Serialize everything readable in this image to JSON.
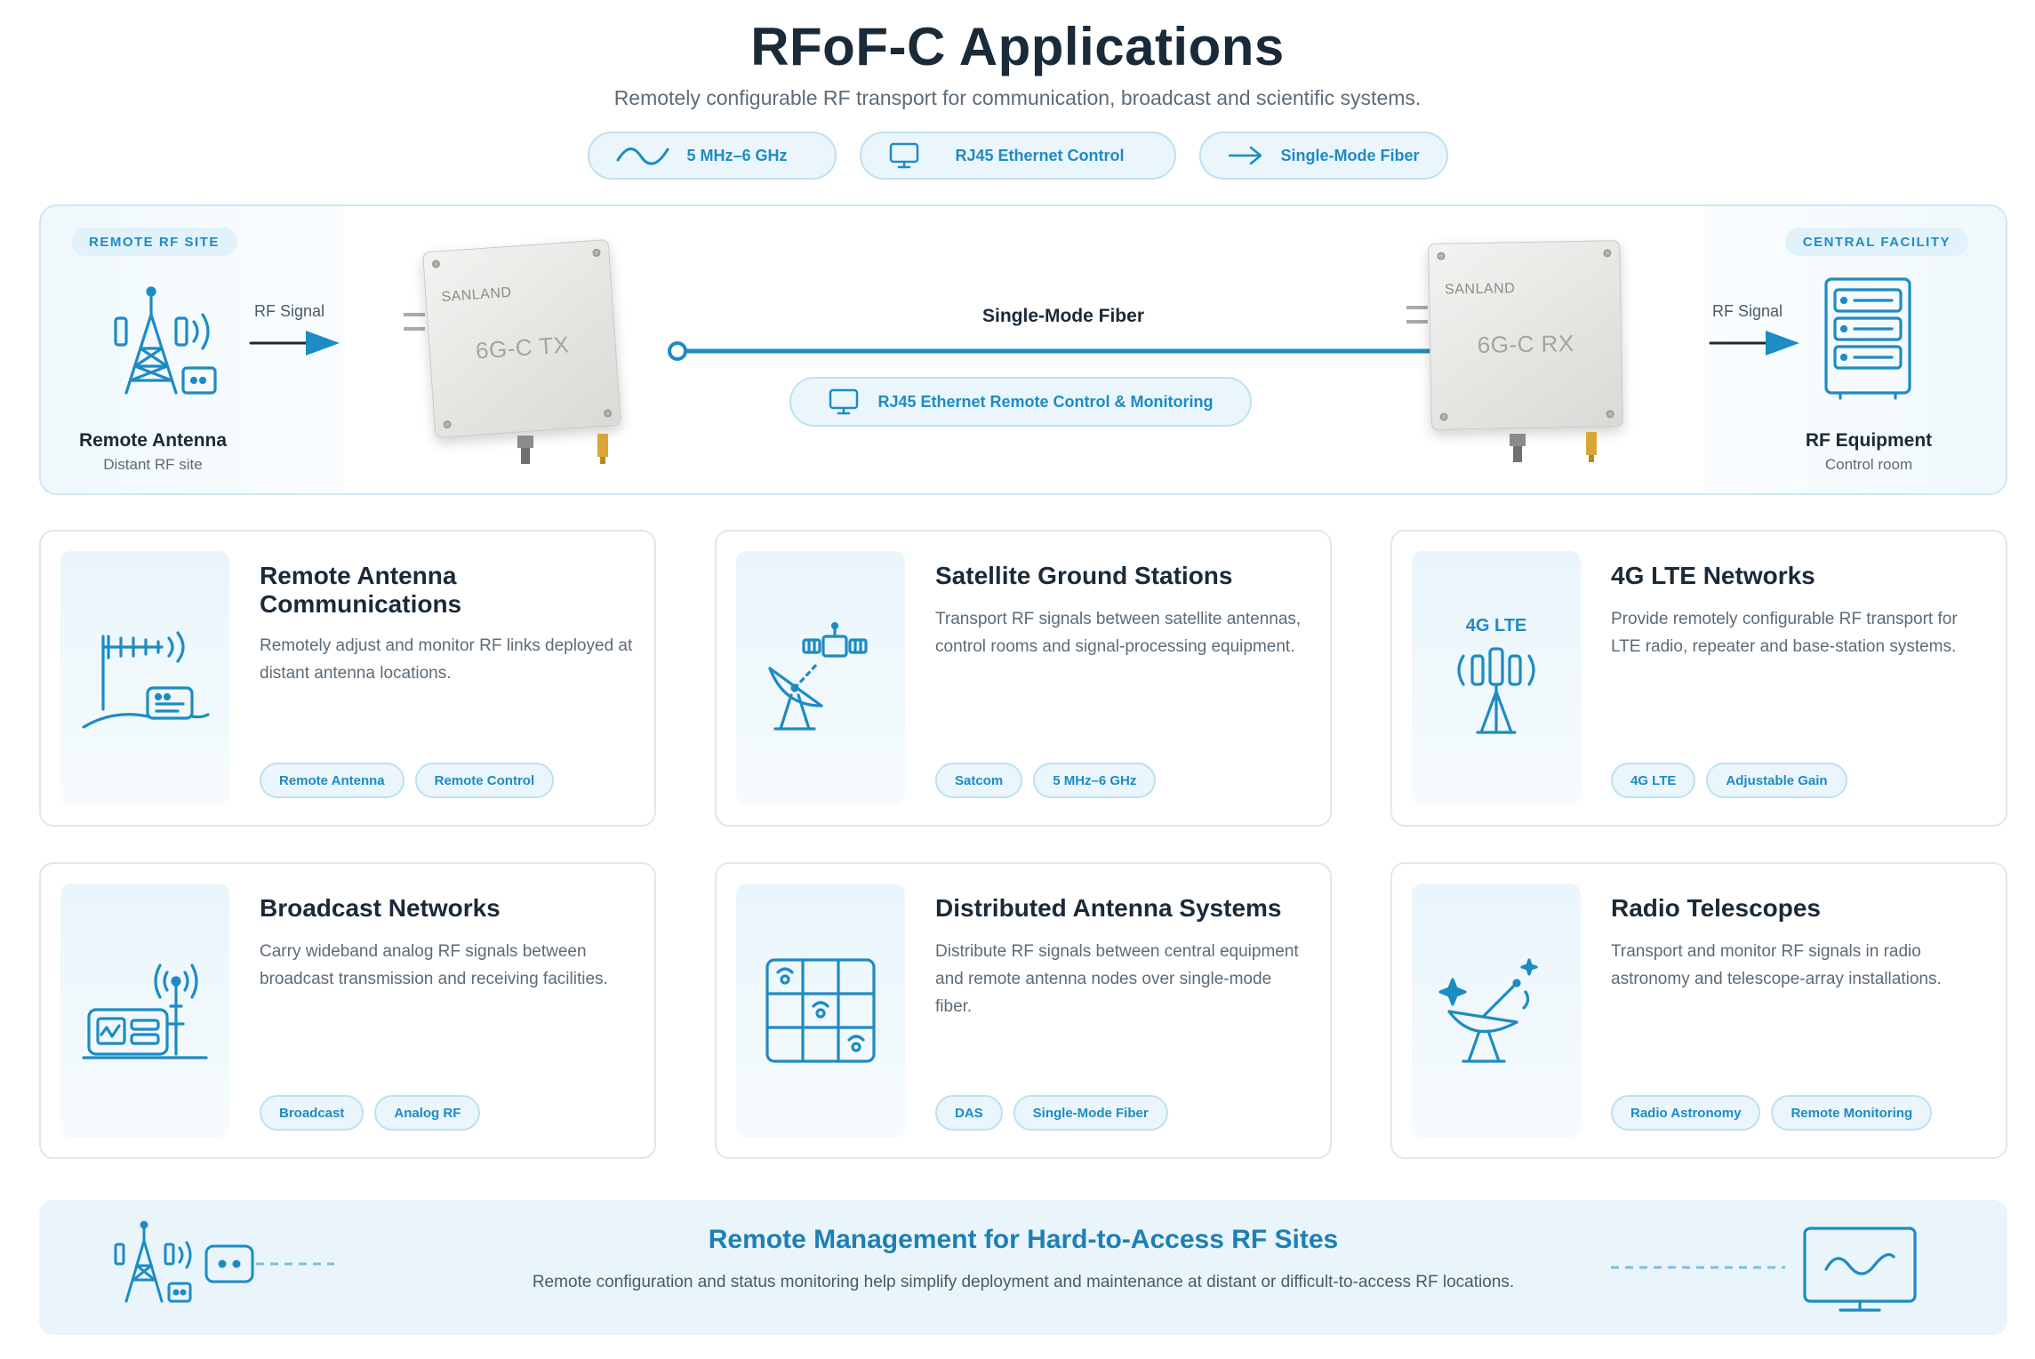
{
  "header": {
    "title": "RFoF-C Applications",
    "subtitle": "Remotely configurable RF transport for communication, broadcast and scientific systems."
  },
  "pills": [
    {
      "label": "5 MHz–6 GHz",
      "icon": "wave-icon"
    },
    {
      "label": "RJ45 Ethernet Control",
      "icon": "monitor-icon"
    },
    {
      "label": "Single-Mode Fiber",
      "icon": "arrow-right-icon"
    }
  ],
  "flow": {
    "remote_tag": "REMOTE RF SITE",
    "central_tag": "CENTRAL FACILITY",
    "antenna_title": "Remote Antenna",
    "antenna_sub": "Distant RF site",
    "rf_signal_left": "RF Signal",
    "rf_signal_right": "RF Signal",
    "tx_brand": "SANLAND",
    "tx_model": "6G-C TX",
    "rx_brand": "SANLAND",
    "rx_model": "6G-C RX",
    "fiber_label": "Single-Mode Fiber",
    "control_label": "RJ45 Ethernet Remote Control & Monitoring",
    "equipment_title": "RF Equipment",
    "equipment_sub": "Control room"
  },
  "cards": [
    {
      "title": "Remote Antenna Communications",
      "desc": "Remotely adjust and monitor RF links deployed at distant antenna locations.",
      "tags": [
        "Remote Antenna",
        "Remote Control"
      ]
    },
    {
      "title": "Satellite Ground Stations",
      "desc": "Transport RF signals between satellite antennas, control rooms and signal-processing equipment.",
      "tags": [
        "Satcom",
        "5 MHz–6 GHz"
      ]
    },
    {
      "title": "4G LTE Networks",
      "desc": "Provide remotely configurable RF transport for LTE radio, repeater and base-station systems.",
      "tags": [
        "4G LTE",
        "Adjustable Gain"
      ],
      "icon_label": "4G LTE"
    },
    {
      "title": "Broadcast Networks",
      "desc": "Carry wideband analog RF signals between broadcast transmission and receiving facilities.",
      "tags": [
        "Broadcast",
        "Analog RF"
      ]
    },
    {
      "title": "Distributed Antenna Systems",
      "desc": "Distribute RF signals between central equipment and remote antenna nodes over single-mode fiber.",
      "tags": [
        "DAS",
        "Single-Mode Fiber"
      ]
    },
    {
      "title": "Radio Telescopes",
      "desc": "Transport and monitor RF signals in radio astronomy and telescope-array installations.",
      "tags": [
        "Radio Astronomy",
        "Remote Monitoring"
      ]
    }
  ],
  "banner": {
    "title": "Remote Management for Hard-to-Access RF Sites",
    "desc": "Remote configuration and status monitoring help simplify deployment and maintenance at distant or difficult-to-access RF locations."
  },
  "colors": {
    "accent": "#1d8bc4",
    "heading": "#1b2a38",
    "body": "#5c6b78",
    "tint": "#eaf6fc"
  }
}
